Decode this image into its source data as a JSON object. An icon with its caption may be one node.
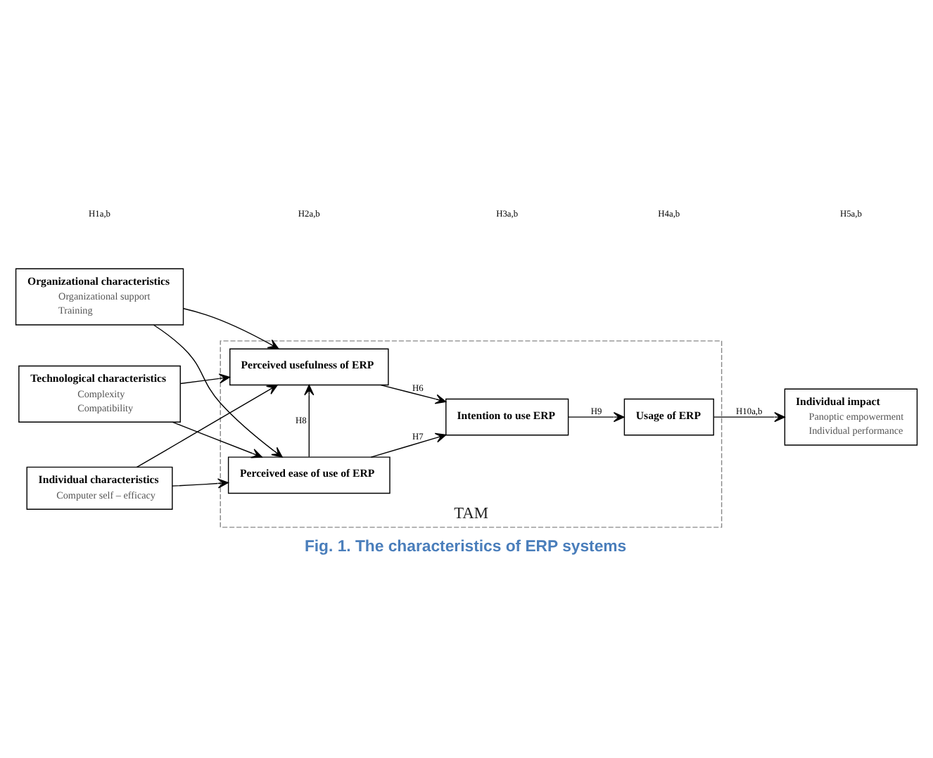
{
  "diagram": {
    "caption": "Fig. 1. The characteristics of ERP systems",
    "nodes": [
      {
        "text": [
          "Individual characteristics",
          "Computer self – efficacy"
        ]
      },
      {
        "text": [
          "Organizational characteristics",
          "Organizational support",
          "Training"
        ]
      },
      {
        "text": [
          "Technological characteristics",
          "Complexity",
          "Compatibility"
        ]
      },
      {
        "text": [
          "TAM"
        ]
      },
      {
        "text": [
          "Perceived usefulness of ERP"
        ],
        "in": 3
      },
      {
        "text": [
          "Perceived ease of use of ERP"
        ],
        "in": 3
      },
      {
        "text": [
          "Intention to use ERP"
        ],
        "in": 3
      },
      {
        "text": [
          "Usage of ERP"
        ],
        "in": 3
      },
      {
        "text": [
          "Individual impact",
          "Panoptic empowerment",
          "Individual performance"
        ]
      }
    ],
    "edges": [
      {
        "from": 0,
        "to": 4,
        "arrow": "to"
      },
      {
        "from": 0,
        "to": 5,
        "arrow": "to"
      },
      {
        "from": 1,
        "to": 4,
        "arrow": "to"
      },
      {
        "from": 1,
        "to": 5,
        "arrow": "to"
      },
      {
        "from": 2,
        "to": 4,
        "arrow": "to"
      },
      {
        "from": 2,
        "to": 5,
        "arrow": "to"
      },
      {
        "from": 5,
        "to": 4,
        "arrow": "to",
        "label": "H8"
      },
      {
        "from": 4,
        "to": 6,
        "arrow": "to",
        "label": "H6"
      },
      {
        "from": 5,
        "to": 6,
        "arrow": "to",
        "label": "H7"
      },
      {
        "from": 6,
        "to": 7,
        "arrow": "to",
        "label": "H9"
      },
      {
        "from": 7,
        "to": 8,
        "arrow": "to",
        "label": "H10a,b"
      }
    ],
    "labels": [
      "H1a,b",
      "H2a,b",
      "H3a,b",
      "H4a,b",
      "H5a,b"
    ]
  }
}
